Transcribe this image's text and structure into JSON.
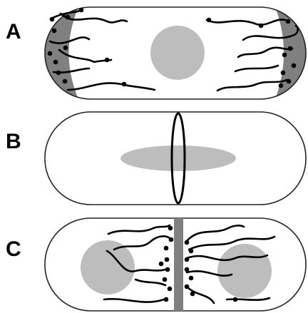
{
  "figure": {
    "panels": [
      {
        "id": "A",
        "label": "A"
      },
      {
        "id": "B",
        "label": "B"
      },
      {
        "id": "C",
        "label": "C"
      }
    ]
  },
  "colors": {
    "outline": "#222222",
    "cap_shading": "#808080",
    "nucleoid": "#bdbdbd",
    "septum": "#808080",
    "fiber": "#000000",
    "background": "#ffffff"
  }
}
